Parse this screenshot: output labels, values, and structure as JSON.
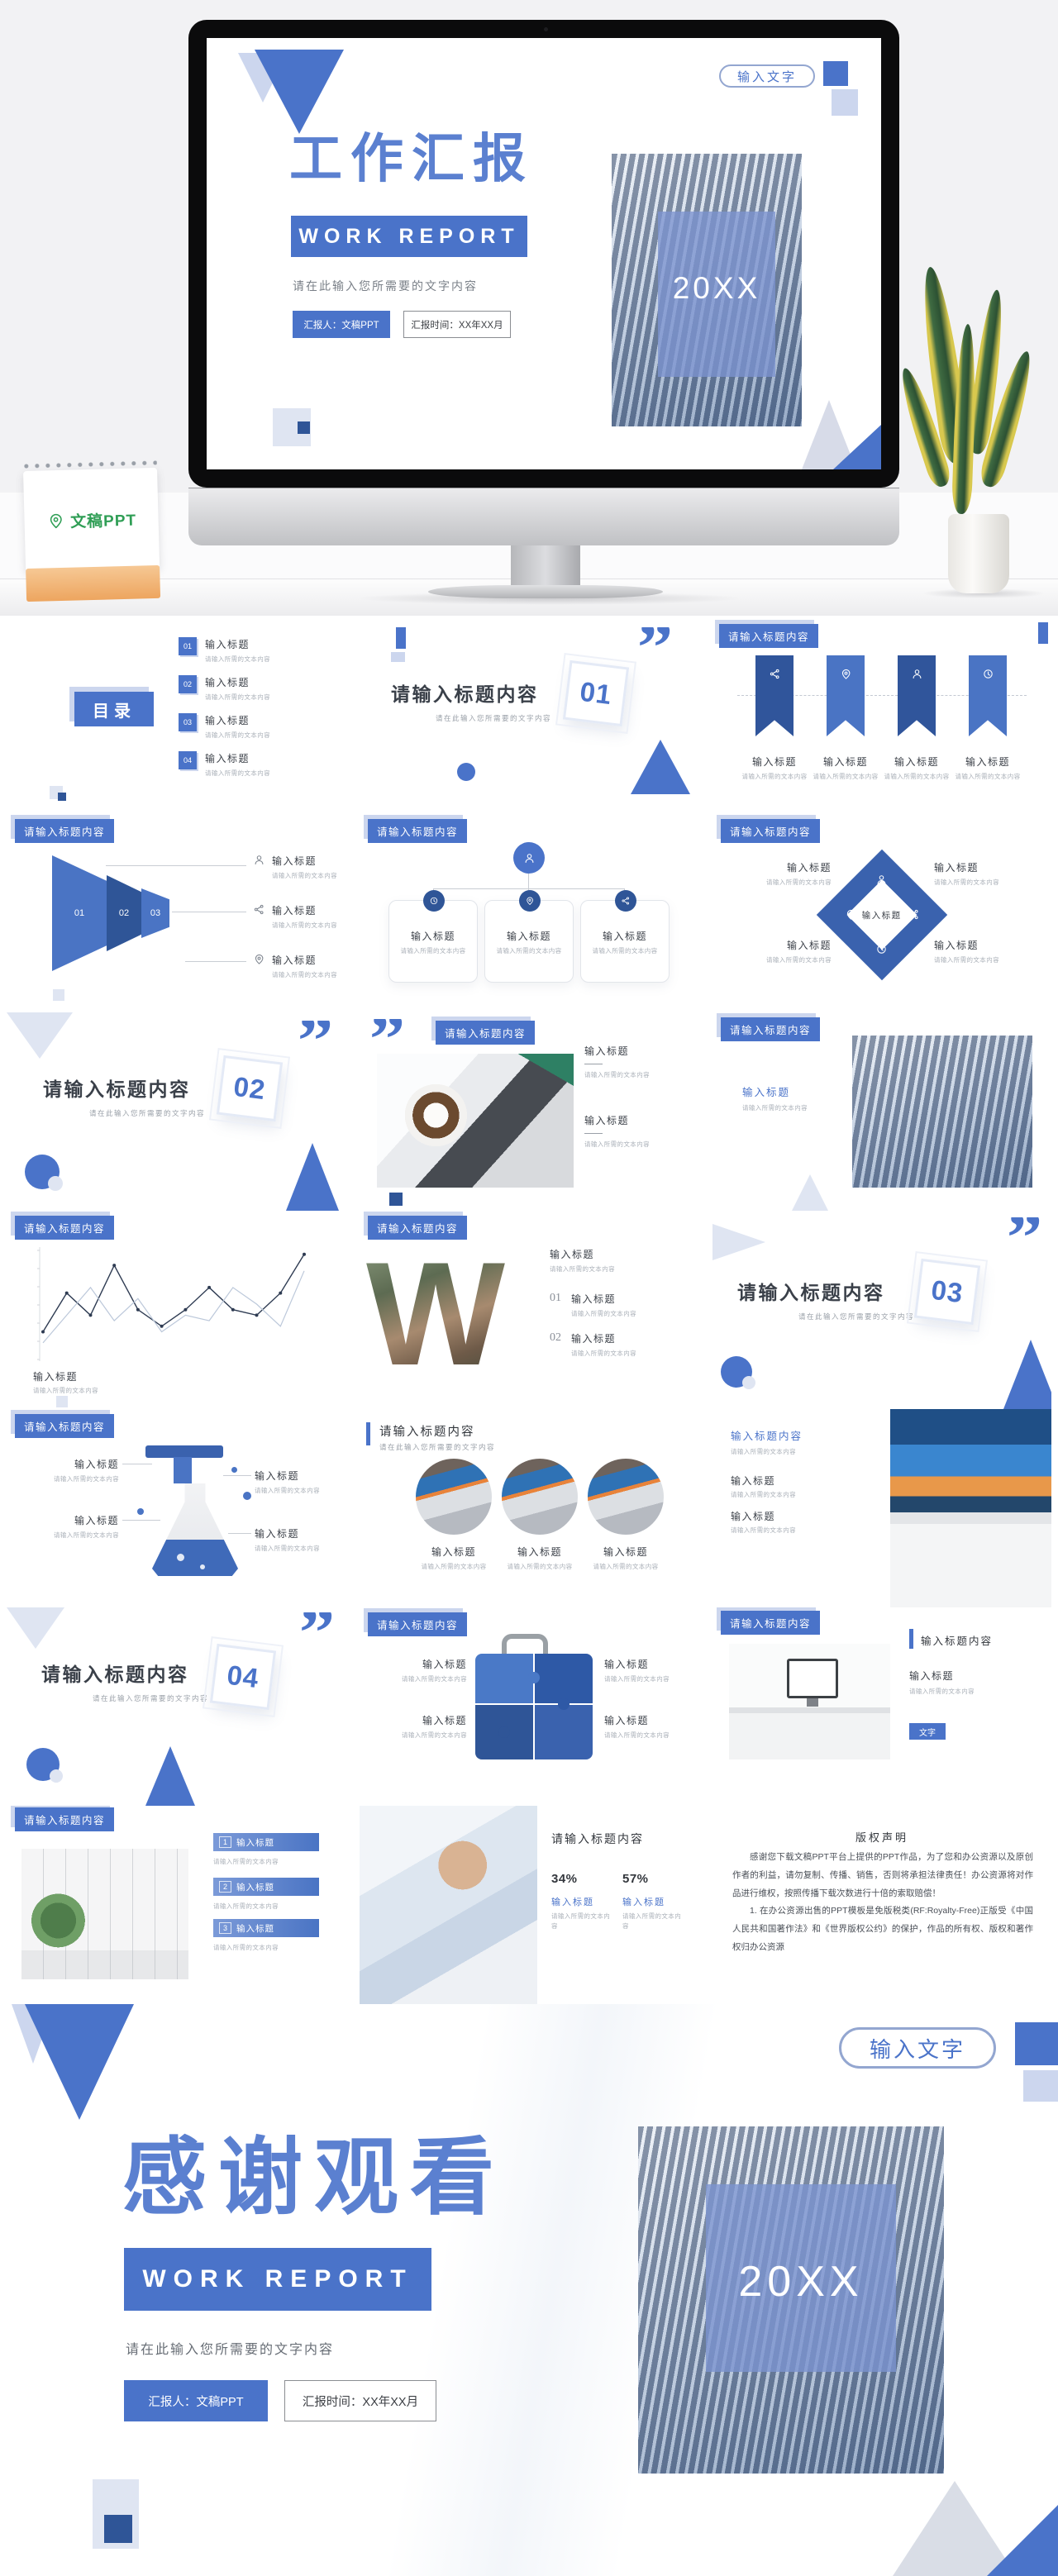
{
  "theme": {
    "primary": "#4a73c9",
    "primary_dark": "#2f5597",
    "mid_blue": "#3a62ae",
    "title_blue": "#5b80d0",
    "light_blue": "#ccd6ee"
  },
  "common": {
    "tag": "请输入标题内容",
    "item_title": "输入标题",
    "item_body": "请输入所需的文本内容",
    "subtitle": "请在此输入您所需要的文字内容",
    "column_title": "输入标题内容",
    "quote": "”"
  },
  "hero": {
    "pill": "输入文字",
    "title": "工作汇报",
    "banner": "WORK REPORT",
    "subtitle": "请在此输入您所需要的文字内容",
    "reporter": "汇报人：文稿PPT",
    "time": "汇报时间：XX年XX月",
    "year": "20XX",
    "calendar_brand": "文稿PPT"
  },
  "toc": {
    "header": "目录",
    "nums": [
      "01",
      "02",
      "03",
      "04"
    ]
  },
  "sections": {
    "n1": "01",
    "n2": "02",
    "n3": "03",
    "n4": "04"
  },
  "funnel": {
    "steps": [
      "01",
      "02",
      "03"
    ]
  },
  "wslide": {
    "n1": "01",
    "n2": "02"
  },
  "listslide": {
    "nums": [
      "1",
      "2",
      "3"
    ]
  },
  "stats": {
    "v1": "34%",
    "v2": "57%"
  },
  "misc": {
    "text_button": "文字"
  },
  "copyright": {
    "title": "版权声明",
    "p1": "感谢您下载文稿PPT平台上提供的PPT作品，为了您和办公资源以及原创作者的利益，请勿复制、传播、销售，否则将承担法律责任！办公资源将对作品进行维权，按照传播下载次数进行十倍的索取赔偿！",
    "p2": "1. 在办公资源出售的PPT模板是免版税类(RF:Royalty-Free)正版受《中国人民共和国著作法》和《世界版权公约》的保护，作品的所有权、版权和著作权归办公资源"
  },
  "footer": {
    "pill": "输入文字",
    "title": "感谢观看",
    "banner": "WORK REPORT",
    "subtitle": "请在此输入您所需要的文字内容",
    "reporter": "汇报人：文稿PPT",
    "time": "汇报时间：XX年XX月",
    "year": "20XX"
  },
  "chart_data": {
    "type": "line",
    "x": [
      1,
      2,
      3,
      4,
      5,
      6,
      7,
      8,
      9,
      10,
      11,
      12
    ],
    "ylim": [
      0,
      10
    ],
    "series": [
      {
        "name": "dark",
        "values": [
          2.5,
          6,
          4,
          8.5,
          4.5,
          3,
          4.5,
          6.5,
          4.5,
          4,
          6,
          9.5
        ]
      },
      {
        "name": "light",
        "values": [
          1.5,
          4,
          6.5,
          3.5,
          5.5,
          2.5,
          4,
          3.5,
          6.5,
          5,
          3,
          8
        ]
      }
    ],
    "title": "",
    "xlabel": "",
    "ylabel": ""
  }
}
